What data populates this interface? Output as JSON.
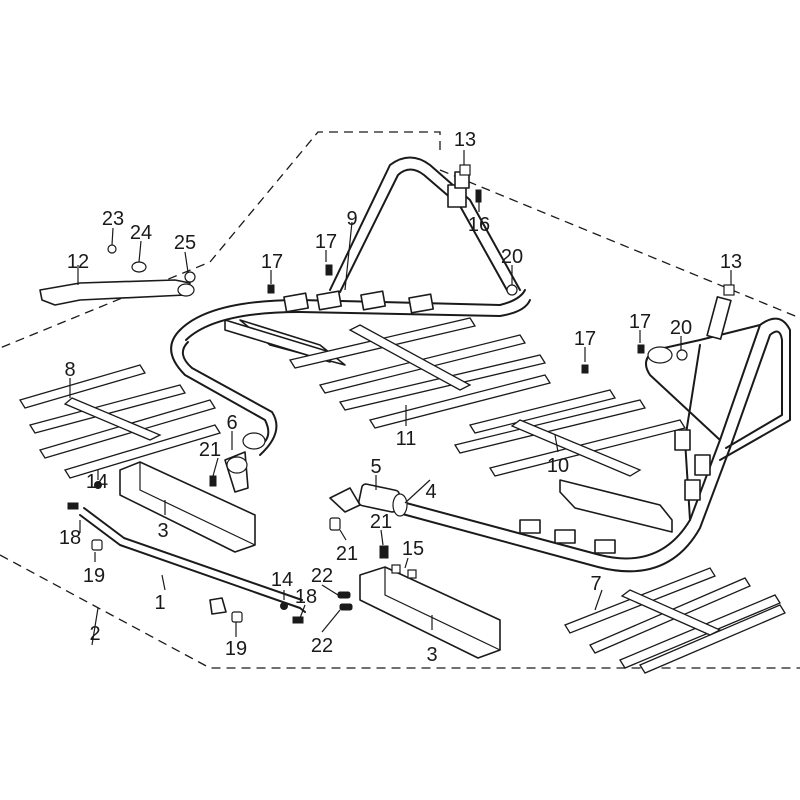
{
  "diagram": {
    "callouts": [
      "1",
      "2",
      "3",
      "3",
      "4",
      "5",
      "6",
      "7",
      "8",
      "9",
      "10",
      "11",
      "12",
      "13",
      "13",
      "14",
      "14",
      "15",
      "16",
      "17",
      "17",
      "17",
      "17",
      "18",
      "18",
      "19",
      "19",
      "20",
      "20",
      "21",
      "21",
      "21",
      "22",
      "22",
      "23",
      "24",
      "25"
    ]
  }
}
